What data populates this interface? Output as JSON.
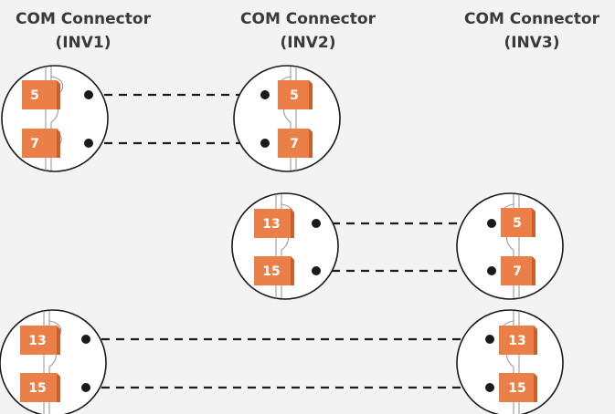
{
  "headers": [
    {
      "title": "COM Connector",
      "sub": "(INV1)"
    },
    {
      "title": "COM Connector",
      "sub": "(INV2)"
    },
    {
      "title": "COM Connector",
      "sub": "(INV3)"
    }
  ],
  "connectors": [
    {
      "id": "inv1-top",
      "pins": [
        "5",
        "7"
      ]
    },
    {
      "id": "inv2-top",
      "pins": [
        "5",
        "7"
      ]
    },
    {
      "id": "inv2-mid",
      "pins": [
        "13",
        "15"
      ]
    },
    {
      "id": "inv3-mid",
      "pins": [
        "5",
        "7"
      ]
    },
    {
      "id": "inv1-bot",
      "pins": [
        "13",
        "15"
      ]
    },
    {
      "id": "inv3-bot",
      "pins": [
        "13",
        "15"
      ]
    }
  ],
  "colors": {
    "terminal": "#ea7f47",
    "terminal_dark": "#c9602d",
    "wire": "#1a1a1a",
    "background": "#f3f3f4"
  }
}
